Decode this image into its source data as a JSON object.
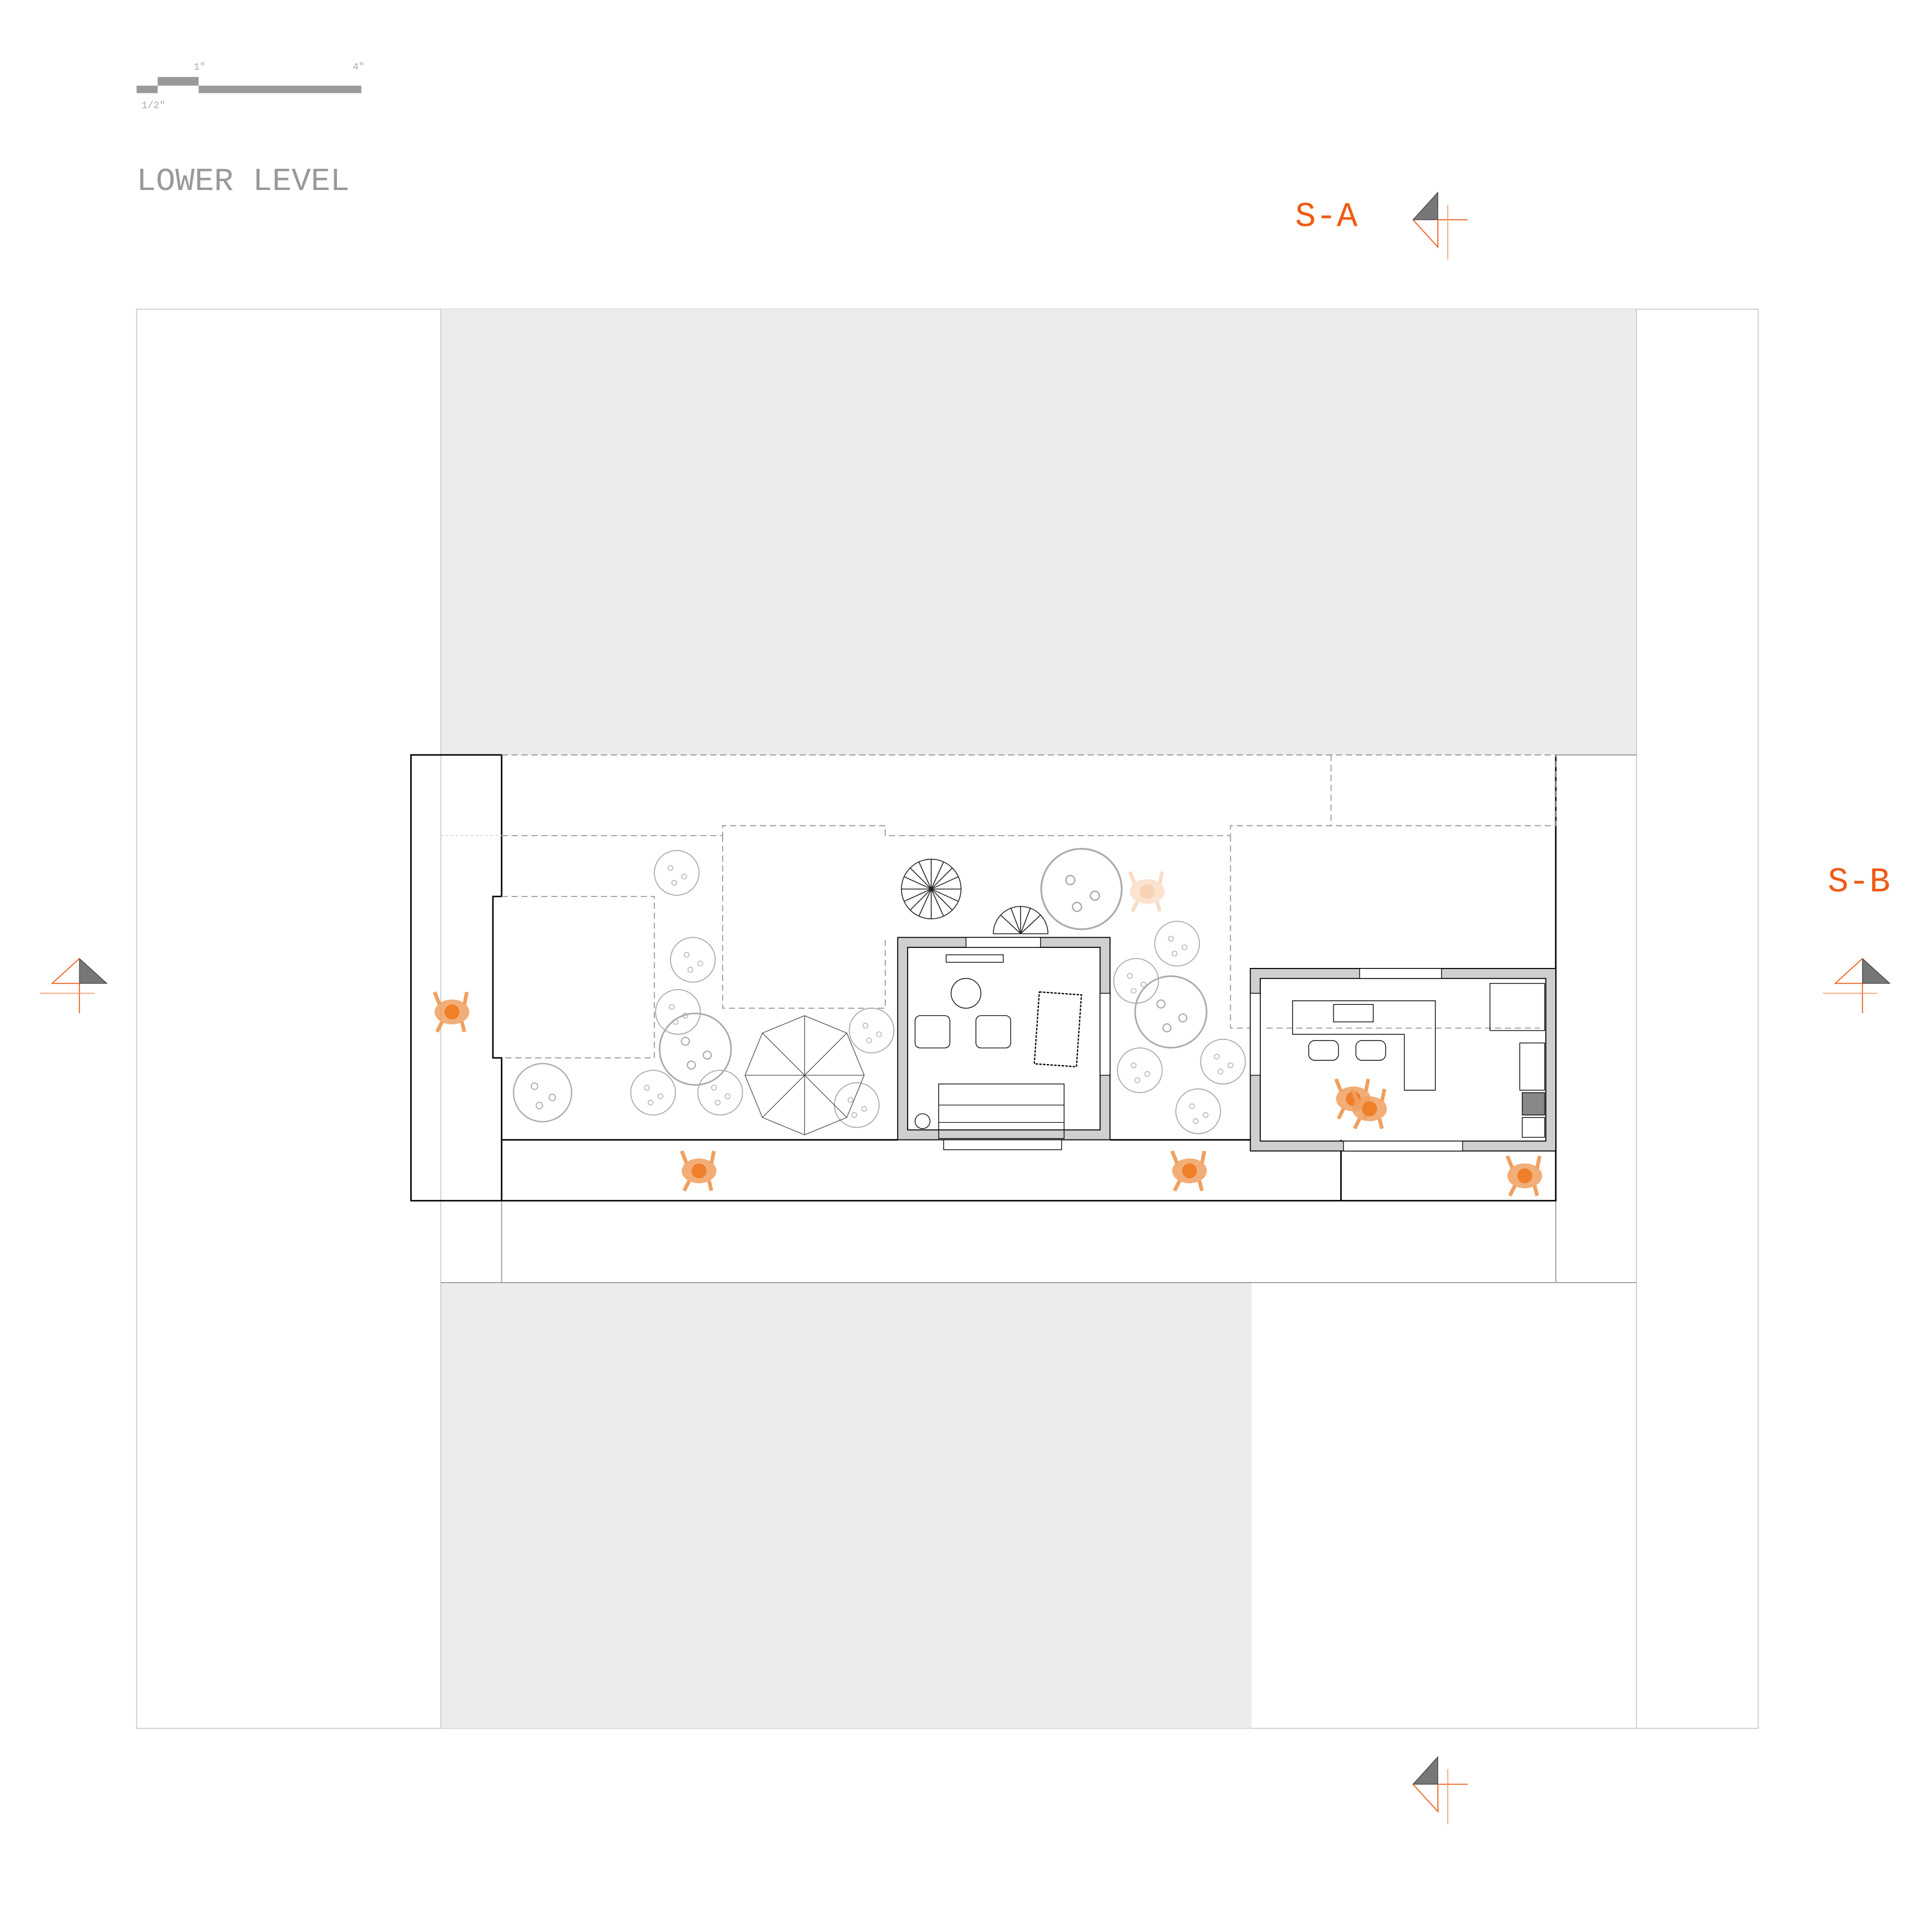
{
  "title": "LOWER LEVEL",
  "scale_bar": {
    "labels": [
      "1/2″",
      "1″",
      "4″"
    ]
  },
  "sections": [
    {
      "label": "S-A"
    },
    {
      "label": "S-B"
    }
  ],
  "colors": {
    "accent": "#f05a14",
    "person": "#f0a060",
    "site_fill": "#ececec",
    "wall": "#cfcfcf",
    "text_gray": "#999999"
  },
  "icons": [
    "section-marker-icon",
    "tree-icon",
    "umbrella-icon",
    "person-icon",
    "sofa-icon",
    "armchair-icon",
    "rug-icon",
    "stove-icon",
    "sink-icon"
  ]
}
